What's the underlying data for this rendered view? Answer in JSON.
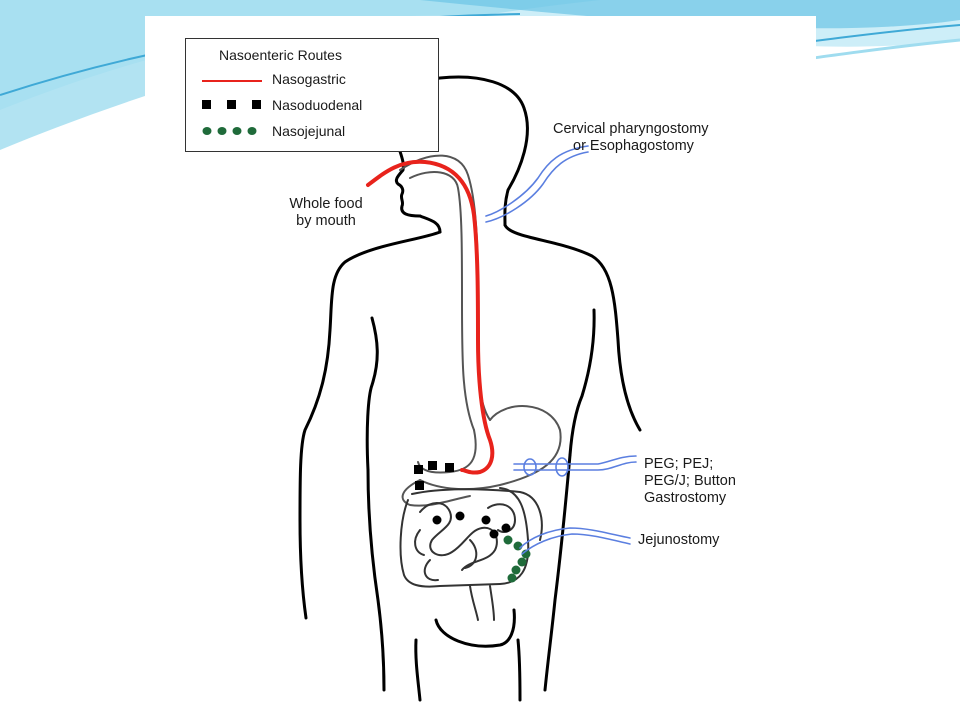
{
  "slide": {
    "accent_light": "#bfeaf6",
    "accent_mid": "#7fd0ea",
    "accent_dark": "#3fa9d6"
  },
  "legend": {
    "title": "Nasoenteric Routes",
    "items": [
      {
        "label": "Nasogastric",
        "color": "#e8231c",
        "style": "solid-line"
      },
      {
        "label": "Nasoduodenal",
        "color": "#000000",
        "style": "square-dashes"
      },
      {
        "label": "Nasojejunal",
        "color": "#1f6b3a",
        "style": "dots"
      }
    ]
  },
  "labels": {
    "whole_food_line1": "Whole food",
    "whole_food_line2": "by mouth",
    "cervical_line1": "Cervical pharyngostomy",
    "cervical_line2": "or Esophagostomy",
    "peg_line1": "PEG; PEJ;",
    "peg_line2": "PEG/J; Button",
    "peg_line3": "Gastrostomy",
    "jejunostomy": "Jejunostomy"
  },
  "colors": {
    "nasogastric": "#e8231c",
    "nasoduodenal": "#000000",
    "nasojejunal": "#1f6b3a",
    "ostomy_tube": "#5b7fe0",
    "outline": "#000000"
  }
}
